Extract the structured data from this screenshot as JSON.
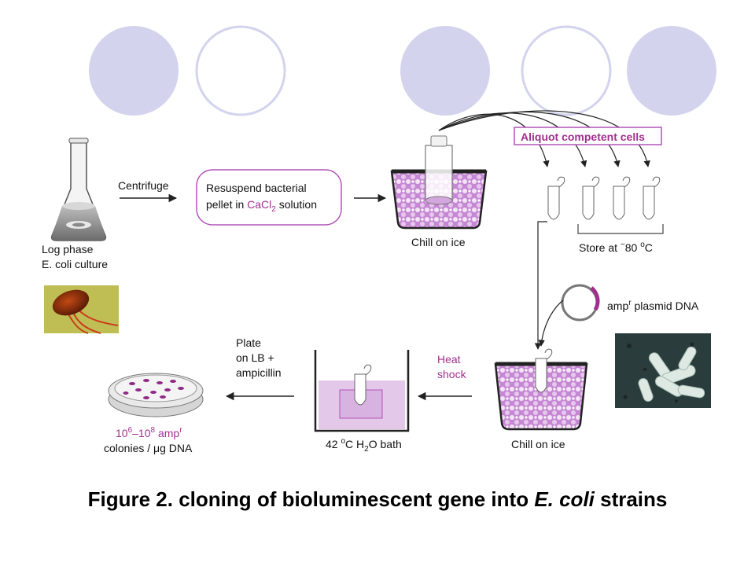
{
  "colors": {
    "deco_fill": "#d3d3ee",
    "deco_stroke": "#d3d3ee",
    "accent": "#a0308e",
    "cell_purple": "#c688d4",
    "box_stroke": "#b054b8"
  },
  "decor": {
    "circles": [
      "filled",
      "outline",
      "filled",
      "outline",
      "filled"
    ]
  },
  "steps": {
    "culture_label_1": "Log phase",
    "culture_label_2": "E. coli culture",
    "centrifuge": "Centrifuge",
    "resuspend_line1": "Resuspend bacterial",
    "resuspend_line2_pre": "pellet in ",
    "resuspend_chem": "CaCl",
    "resuspend_chem_sub": "2",
    "resuspend_line2_post": " solution",
    "chill_top": "Chill on ice",
    "aliquot": "Aliquot competent cells",
    "store_pre": "Store at ",
    "store_sup": "−",
    "store_val": "80 ",
    "store_deg": "o",
    "store_unit": "C",
    "plasmid_pre": "amp",
    "plasmid_sup": "r",
    "plasmid_post": " plasmid DNA",
    "heat_1": "Heat",
    "heat_2": "shock",
    "chill_bottom": "Chill on ice",
    "bath_pre": "42 ",
    "bath_deg": "o",
    "bath_mid": "C H",
    "bath_sub": "2",
    "bath_post": "O bath",
    "plate_1": "Plate",
    "plate_2": "on LB +",
    "plate_3": "ampicillin",
    "colonies_a": "10",
    "colonies_a_sup": "6",
    "colonies_dash": "–10",
    "colonies_b_sup": "8",
    "colonies_amp": " amp",
    "colonies_amp_sup": "r",
    "colonies_2": "colonies / μg DNA"
  },
  "caption": {
    "prefix": "Figure 2. cloning of bioluminescent gene into ",
    "italic": "E. coli",
    "suffix": " strains"
  }
}
